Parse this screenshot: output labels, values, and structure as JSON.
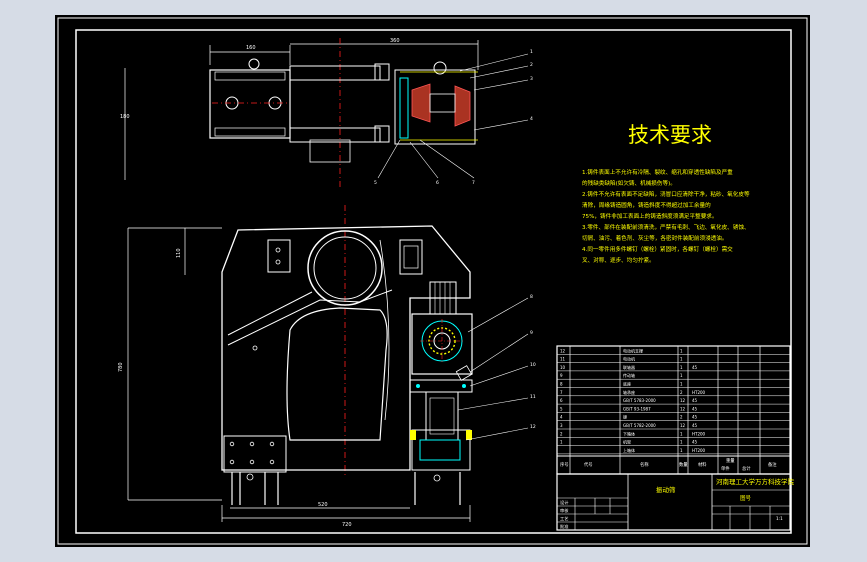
{
  "drawing": {
    "title": "技术要求",
    "notes": [
      "1.铸件表面上不允许有冷隔、裂纹、缩孔和穿透性缺陷及严重",
      "的残缺类缺陷(如欠铸、机械损伤等)。",
      "2.铸件不允许有表面不足缺陷，浇冒口应清除干净，粘砂、氧化皮等",
      "清除，周缘铸造圆角，铸造斜度不得超过加工余量的",
      "75%，铸件非加工表面上的铸造斜度须满足平整要求。",
      "3.零件、部件在装配前须清洗，严禁有毛刺、飞边、氧化皮、锈蚀、",
      "切屑、油污、着色剂、灰尘等，各密封件装配前须浸透油。",
      "4.同一零件用多件螺钉（螺栓）紧固时，各螺钉（螺栓）需交",
      "叉、对称、逐步、均匀拧紧。"
    ],
    "dims": {
      "top_width": "360",
      "top_left": "160",
      "top_height": "180",
      "front_width": "720",
      "front_height": "780",
      "front_bottom": "520",
      "front_top": "110"
    },
    "callouts": [
      "1",
      "2",
      "3",
      "4",
      "5",
      "6",
      "7",
      "8",
      "9",
      "10",
      "11",
      "12"
    ],
    "bom": {
      "rows": [
        {
          "no": "12",
          "name": "电动机支撑",
          "qty": "1",
          "mat": ""
        },
        {
          "no": "11",
          "name": "电动机",
          "qty": "1",
          "mat": ""
        },
        {
          "no": "10",
          "name": "联轴器",
          "qty": "1",
          "mat": "45"
        },
        {
          "no": "9",
          "name": "传动轴",
          "qty": "1",
          "mat": ""
        },
        {
          "no": "8",
          "name": "底座",
          "qty": "1",
          "mat": ""
        },
        {
          "no": "7",
          "name": "轴承座",
          "qty": "2",
          "mat": "HT200"
        },
        {
          "no": "6",
          "name": "GB/T 5783-2000",
          "qty": "12",
          "mat": "45"
        },
        {
          "no": "5",
          "name": "GB/T 93-1987",
          "qty": "12",
          "mat": "45"
        },
        {
          "no": "4",
          "name": "键",
          "qty": "2",
          "mat": "45"
        },
        {
          "no": "3",
          "name": "GB/T 5782-2000",
          "qty": "12",
          "mat": "45"
        },
        {
          "no": "2",
          "name": "下箱体",
          "qty": "1",
          "mat": "HT200"
        },
        {
          "no": "1",
          "name": "机架",
          "qty": "1",
          "mat": "45"
        },
        {
          "no": "",
          "name": "上箱体",
          "qty": "1",
          "mat": "HT200"
        }
      ],
      "header": {
        "no": "序号",
        "code": "代号",
        "name": "名称",
        "qty": "数量",
        "mat": "材料",
        "unit_weight": "单件",
        "total_weight": "总计",
        "weight": "重量",
        "note": "备注"
      }
    },
    "titleblock": {
      "assembly_name": "振动筛",
      "school": "河南理工大学万方科技学院",
      "drawing_no": "图号",
      "design": "设计",
      "check": "审核",
      "craft": "工艺",
      "approve": "批准",
      "scale": "1:1"
    }
  }
}
